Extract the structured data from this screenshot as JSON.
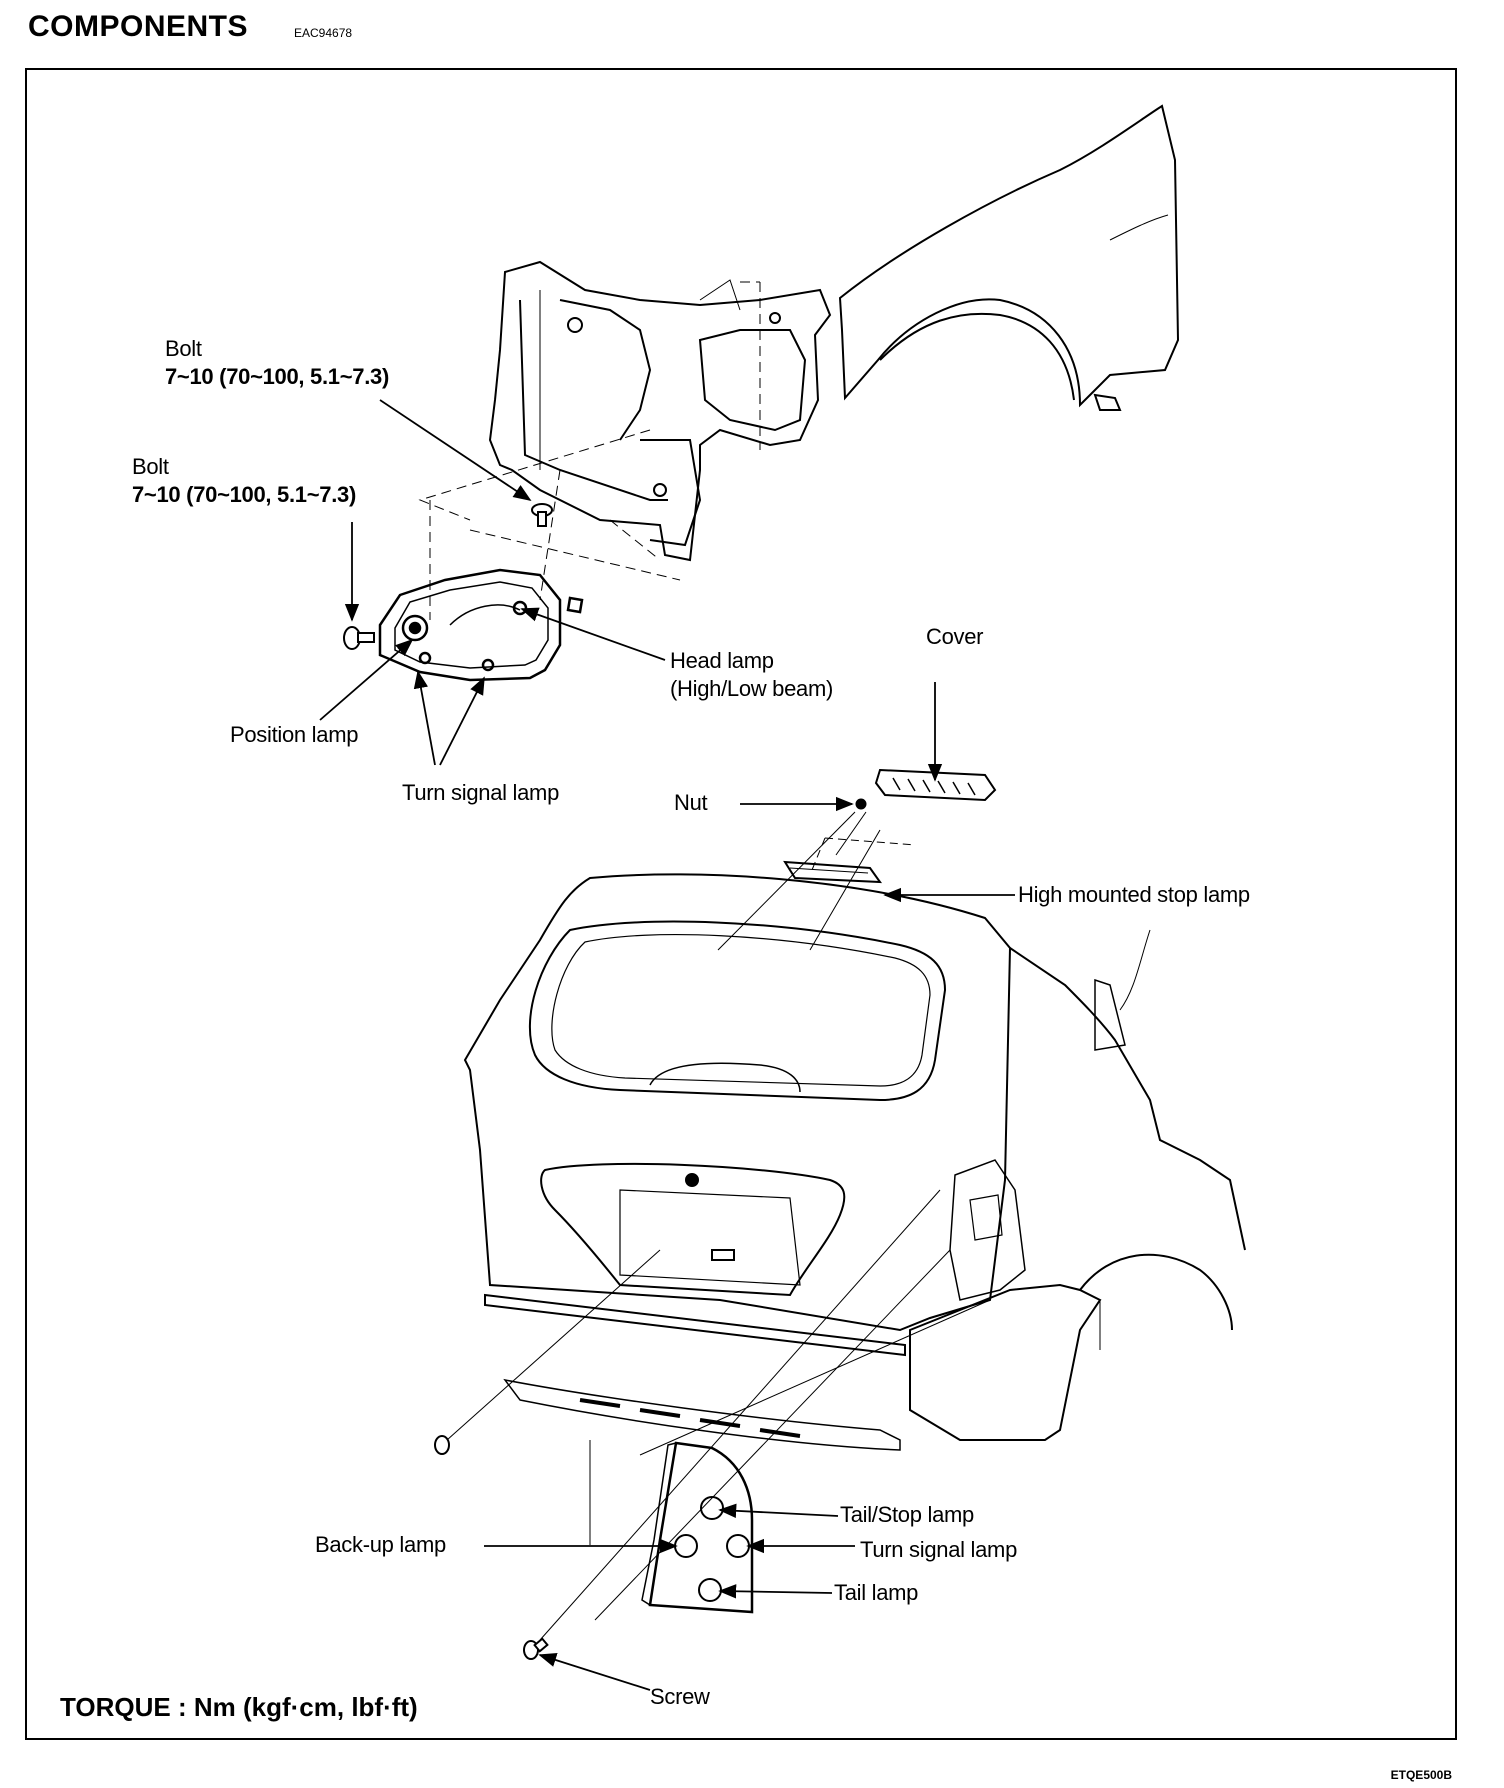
{
  "header": {
    "title": "COMPONENTS",
    "code": "EAC94678"
  },
  "labels": {
    "bolt1": "Bolt",
    "bolt1_torque": "7~10 (70~100, 5.1~7.3)",
    "bolt2": "Bolt",
    "bolt2_torque": "7~10 (70~100, 5.1~7.3)",
    "head_lamp": "Head lamp",
    "head_lamp_beam": "(High/Low beam)",
    "position_lamp": "Position lamp",
    "turn_signal_front": "Turn signal lamp",
    "cover": "Cover",
    "nut": "Nut",
    "high_mounted_stop_lamp": "High mounted stop lamp",
    "tail_stop_lamp": "Tail/Stop lamp",
    "back_up_lamp": "Back-up lamp",
    "turn_signal_rear": "Turn signal lamp",
    "tail_lamp": "Tail lamp",
    "screw": "Screw"
  },
  "footer": {
    "torque_unit": "TORQUE : Nm (kgf·cm, lbf·ft)",
    "figure_code": "ETQE500B"
  }
}
